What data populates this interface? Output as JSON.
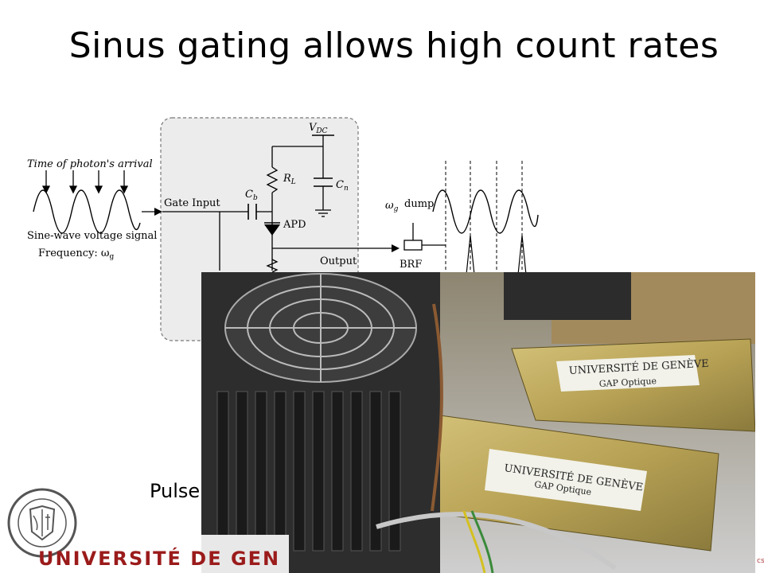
{
  "slide": {
    "title": "Sinus gating allows high count rates",
    "pulse_text": "Pulse",
    "footer_university": "UNIVERSITÉ DE GEN",
    "side_mark": "cs"
  },
  "circuit": {
    "photon_label": "Time of photon's arrival",
    "sine_label": "Sine-wave voltage signal",
    "freq_label": "Frequency: ω",
    "freq_sub": "g",
    "gate_input": "Gate Input",
    "vdc": "V",
    "vdc_sub": "DC",
    "rl": "R",
    "rl_sub": "L",
    "cn": "C",
    "cn_sub": "n",
    "cb": "C",
    "cb_sub": "b",
    "apd": "APD",
    "output": "Output",
    "brf": "BRF",
    "omega": "ω",
    "omega_sub": "g",
    "dump": "dump"
  },
  "photo": {
    "plate_line1": "UNIVERSITÉ DE GENÈVE",
    "plate_line2": "GAP Optique"
  },
  "colors": {
    "footer": "#9b1b1b",
    "box_fill": "#ececec",
    "box_stroke": "#777777",
    "gold": "#b8a255"
  }
}
